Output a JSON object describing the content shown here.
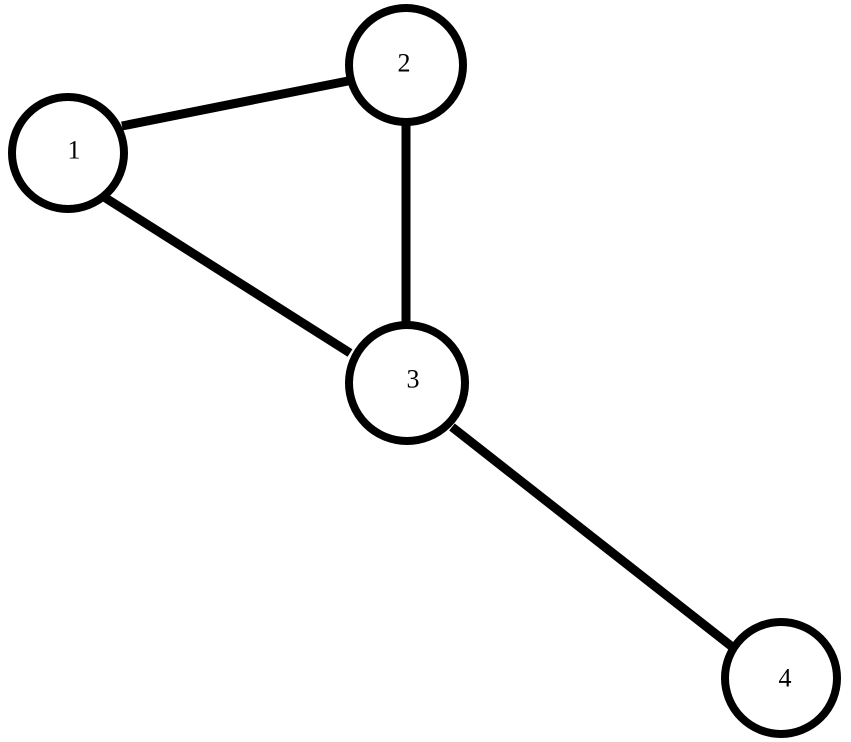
{
  "graph": {
    "nodes": [
      {
        "id": "1",
        "label": "1"
      },
      {
        "id": "2",
        "label": "2"
      },
      {
        "id": "3",
        "label": "3"
      },
      {
        "id": "4",
        "label": "4"
      }
    ],
    "edges": [
      {
        "from": "1",
        "to": "2"
      },
      {
        "from": "2",
        "to": "3"
      },
      {
        "from": "1",
        "to": "3"
      },
      {
        "from": "3",
        "to": "4"
      }
    ],
    "colors": {
      "stroke": "#000000",
      "fill": "#ffffff"
    }
  }
}
